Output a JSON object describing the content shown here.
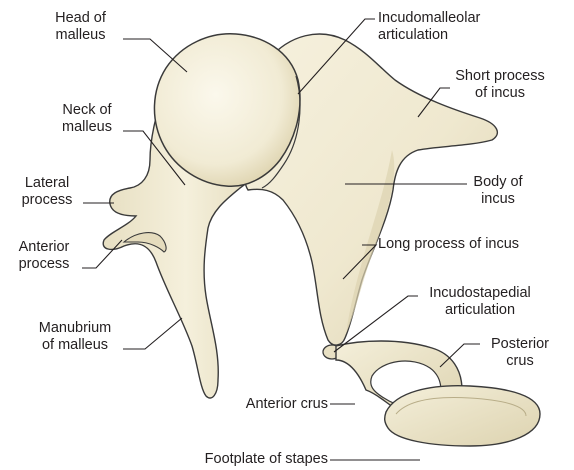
{
  "labels": {
    "head_of_malleus": [
      "Head of",
      "malleus"
    ],
    "neck_of_malleus": [
      "Neck of",
      "malleus"
    ],
    "lateral_process": [
      "Lateral",
      "process"
    ],
    "anterior_process": [
      "Anterior",
      "process"
    ],
    "manubrium_of_malleus": [
      "Manubrium",
      "of malleus"
    ],
    "incudomalleolar_articulation": [
      "Incudomalleolar",
      "articulation"
    ],
    "short_process_of_incus": [
      "Short process",
      "of incus"
    ],
    "body_of_incus": [
      "Body of",
      "incus"
    ],
    "long_process_of_incus": [
      "Long process of incus"
    ],
    "incudostapedial_articulation": [
      "Incudostapedial",
      "articulation"
    ],
    "posterior_crus": [
      "Posterior",
      "crus"
    ],
    "anterior_crus": [
      "Anterior crus"
    ],
    "footplate_of_stapes": [
      "Footplate of stapes"
    ]
  },
  "colors": {
    "bone_fill": "#f2edd9",
    "bone_shade": "#e0d7b8",
    "outline": "#3a3a3a",
    "leader_line": "#231f20",
    "text": "#231f20"
  }
}
